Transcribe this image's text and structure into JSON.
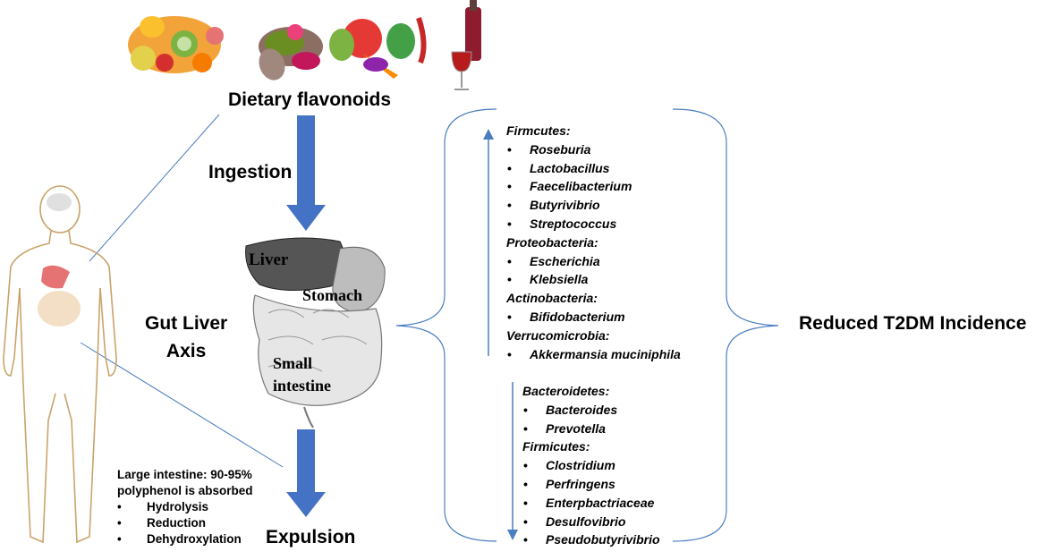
{
  "labels": {
    "dietary_flavonoids": "Dietary flavonoids",
    "ingestion": "Ingestion",
    "gut_liver_axis_line1": "Gut Liver",
    "gut_liver_axis_line2": "Axis",
    "expulsion": "Expulsion",
    "reduced_t2dm": "Reduced T2DM Incidence"
  },
  "organ_labels": {
    "liver": "Liver",
    "stomach": "Stomach",
    "small_intestine_line1": "Small",
    "small_intestine_line2": "intestine"
  },
  "large_intestine": {
    "heading_line1": "Large intestine:  90-95%",
    "heading_line2": "polyphenol is absorbed",
    "processes": [
      "Hydrolysis",
      "Reduction",
      "Dehydroxylation"
    ]
  },
  "increased_bacteria": [
    {
      "phylum": "Firmcutes:",
      "genera": [
        "Roseburia",
        "Lactobacillus",
        "Faecelibacterium",
        "Butyrivibrio",
        "Streptococcus"
      ]
    },
    {
      "phylum": "Proteobacteria:",
      "genera": [
        "Escherichia",
        "Klebsiella"
      ]
    },
    {
      "phylum": "Actinobacteria:",
      "genera": [
        "Bifidobacterium"
      ]
    },
    {
      "phylum": "Verrucomicrobia:",
      "genera": [
        "Akkermansia muciniphila"
      ]
    }
  ],
  "decreased_bacteria": [
    {
      "phylum": "Bacteroidetes:",
      "genera": [
        "Bacteroides",
        "Prevotella"
      ]
    },
    {
      "phylum": "Firmicutes:",
      "genera": [
        "Clostridium",
        "Perfringens",
        "Enterpbactriaceae",
        "Desulfovibrio",
        "Pseudobutyrivibrio"
      ]
    }
  ],
  "colors": {
    "arrow_blue": "#4472C4",
    "line_blue": "#4A7EC0",
    "body_outline": "#C9A46A",
    "text": "#000000"
  },
  "icons": [
    "fruit-basket-icon",
    "grains-beans-icon",
    "vegetables-icon",
    "wine-icon",
    "human-body-icon",
    "digestive-organs-icon"
  ]
}
